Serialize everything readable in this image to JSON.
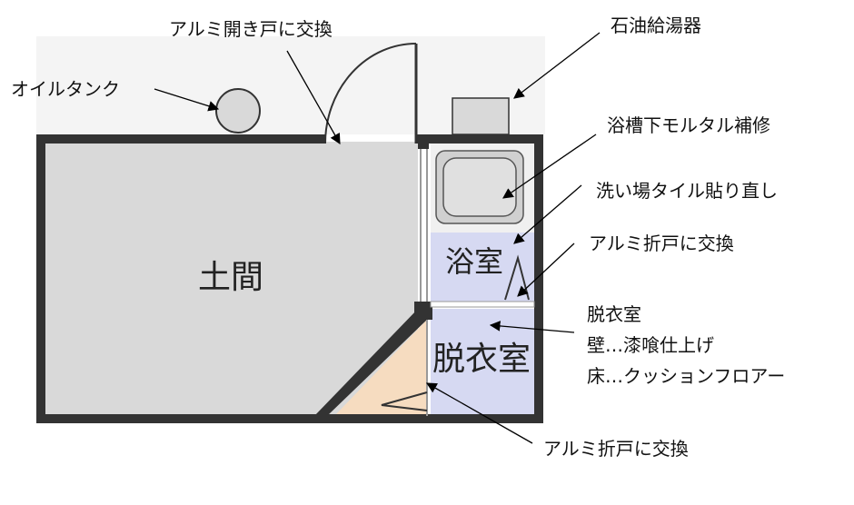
{
  "labels": {
    "aluminum_hinged_door": "アルミ開き戸に交換",
    "oil_tank": "オイルタンク",
    "oil_water_heater": "石油給湯器",
    "bathtub_mortar_repair": "浴槽下モルタル補修",
    "washing_area_tile": "洗い場タイル貼り直し",
    "bath_folding_door": "アルミ折戸に交換",
    "dressing_title": "脱衣室",
    "dressing_wall": "壁…漆喰仕上げ",
    "dressing_floor": "床…クッションフロアー",
    "dressing_folding_door": "アルミ折戸に交換"
  },
  "rooms": {
    "doma": "土間",
    "bathroom": "浴室",
    "dressing_room": "脱衣室"
  },
  "colors": {
    "wall": "#333333",
    "doma_floor": "#d9d9d9",
    "outside_hatch": "#efefef",
    "bath_floor": "#d6d9f2",
    "tatami_floor": "#f6dcc0",
    "equipment": "#d9d9d9"
  }
}
